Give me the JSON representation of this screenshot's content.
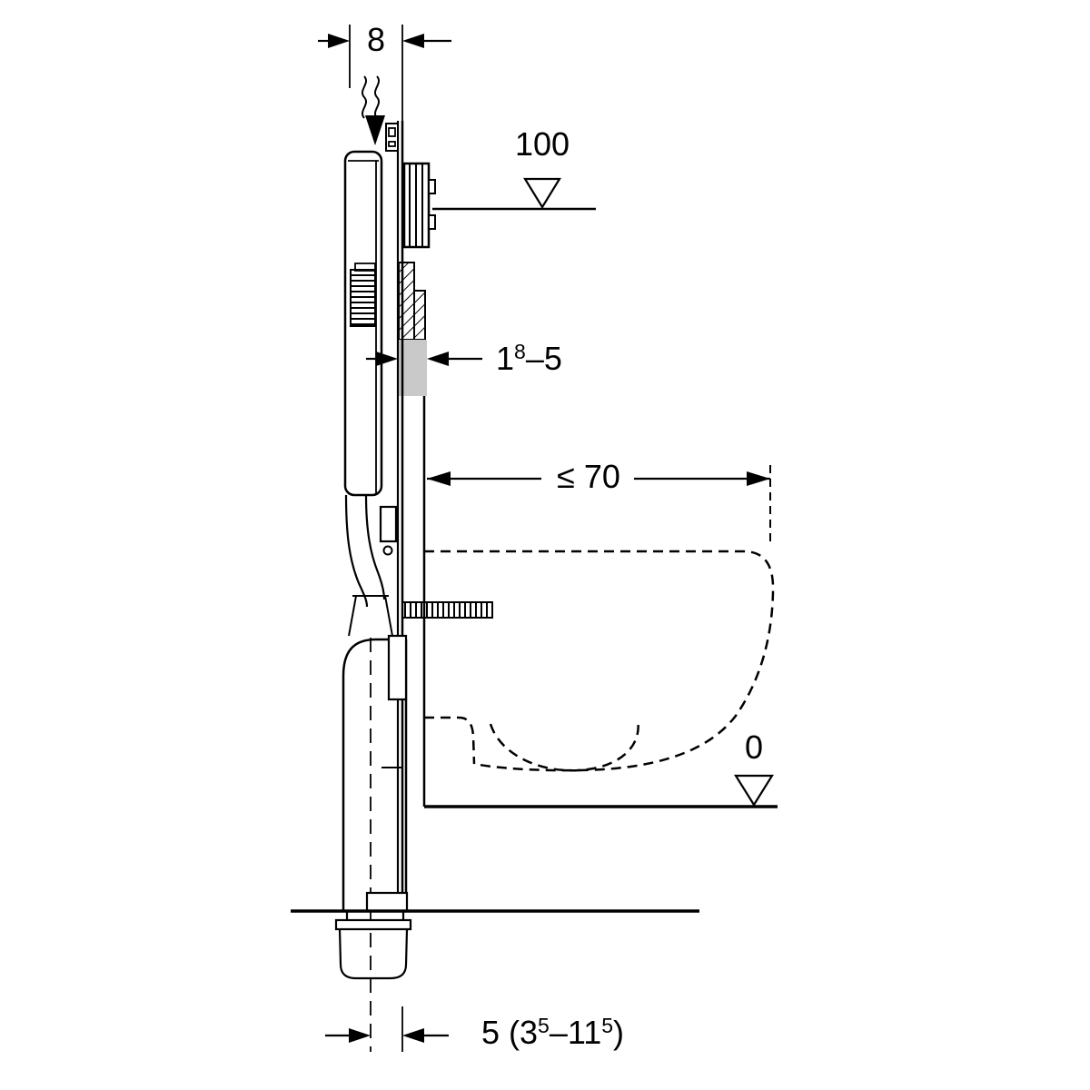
{
  "labels": {
    "width_top": "8",
    "level_top": "100",
    "gap": {
      "base": "1",
      "sup": "8",
      "rest": "–5"
    },
    "depth": "≤ 70",
    "level_floor": "0",
    "offset": {
      "p1": "5 (3",
      "s1": "5",
      "p2": "–11",
      "s2": "5",
      "p3": ")"
    }
  },
  "colors": {
    "line": "#000000",
    "finish_zone": "#c9c9c9"
  }
}
